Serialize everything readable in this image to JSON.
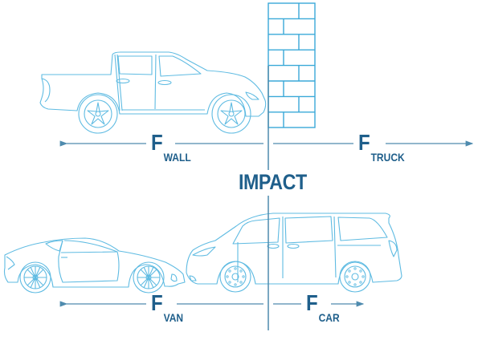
{
  "diagram": {
    "title": "IMPACT",
    "colors": {
      "label": "#1f5f8b",
      "vehicle_line": "#5fbbe2",
      "wall_line": "#3aa9d8",
      "axis_line": "#4f8bae"
    },
    "top_scenario": {
      "vehicle": "pickup-truck",
      "obstacle": "brick-wall",
      "forces": [
        {
          "symbol": "F",
          "subscript": "WALL",
          "direction": "left"
        },
        {
          "symbol": "F",
          "subscript": "TRUCK",
          "direction": "right"
        }
      ]
    },
    "bottom_scenario": {
      "vehicles": [
        "sports-car",
        "minivan"
      ],
      "forces": [
        {
          "symbol": "F",
          "subscript": "VAN",
          "direction": "left"
        },
        {
          "symbol": "F",
          "subscript": "CAR",
          "direction": "right"
        }
      ]
    }
  }
}
